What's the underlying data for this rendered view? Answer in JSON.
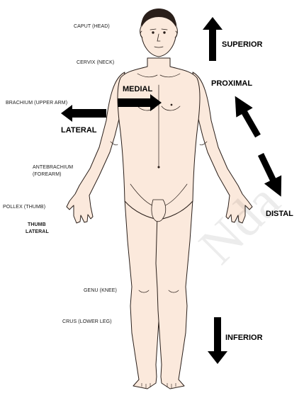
{
  "labels": {
    "caput": "CAPUT (HEAD)",
    "cervix": "CERVIX (NECK)",
    "brachium": "BRACHIUM (UPPER ARM)",
    "antebrachium": "ANTEBRACHIUM",
    "forearm": "(FOREARM)",
    "pollex": "POLLEX (THUMB)",
    "thumb": "THUMB",
    "thumb_lateral": "LATERAL",
    "genu": "GENU (KNEE)",
    "crus": "CRUS (LOWER LEG)"
  },
  "directions": {
    "superior": "SUPERIOR",
    "proximal": "PROXIMAL",
    "medial": "MEDIAL",
    "lateral": "LATERAL",
    "distal": "DISTAL",
    "inferior": "INFERIOR"
  },
  "watermark": "Nda",
  "colors": {
    "skin": "#fbe9dc",
    "outline": "#2a1f1a",
    "arrow": "#000000",
    "text": "#1a1a1a"
  },
  "icons": {
    "arrows": [
      "superior-arrow-icon",
      "medial-arrow-icon",
      "lateral-arrow-icon",
      "proximal-arrow-icon",
      "distal-arrow-icon",
      "inferior-arrow-icon"
    ]
  }
}
